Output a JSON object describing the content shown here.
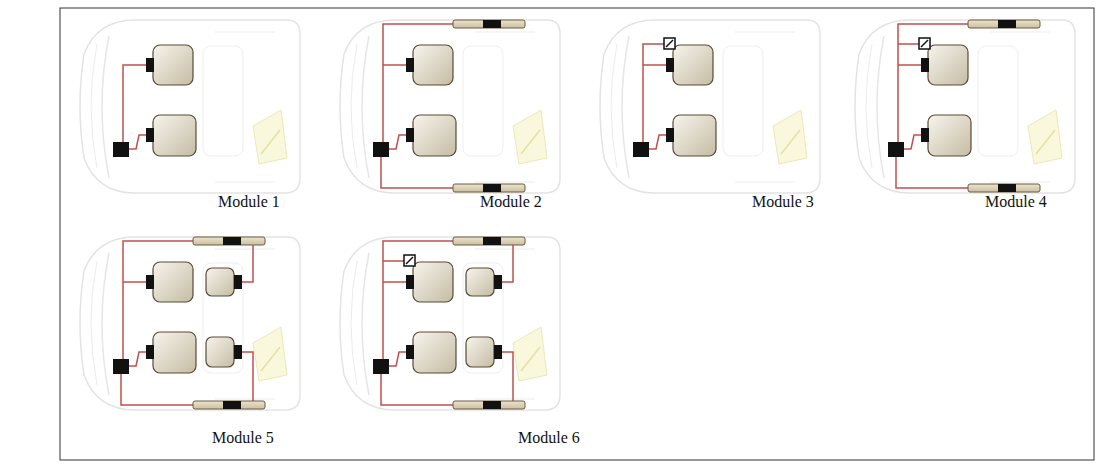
{
  "diagram": {
    "labels": [
      "Module 1",
      "Module 2",
      "Module 3",
      "Module 4",
      "Module 5",
      "Module 6"
    ]
  }
}
